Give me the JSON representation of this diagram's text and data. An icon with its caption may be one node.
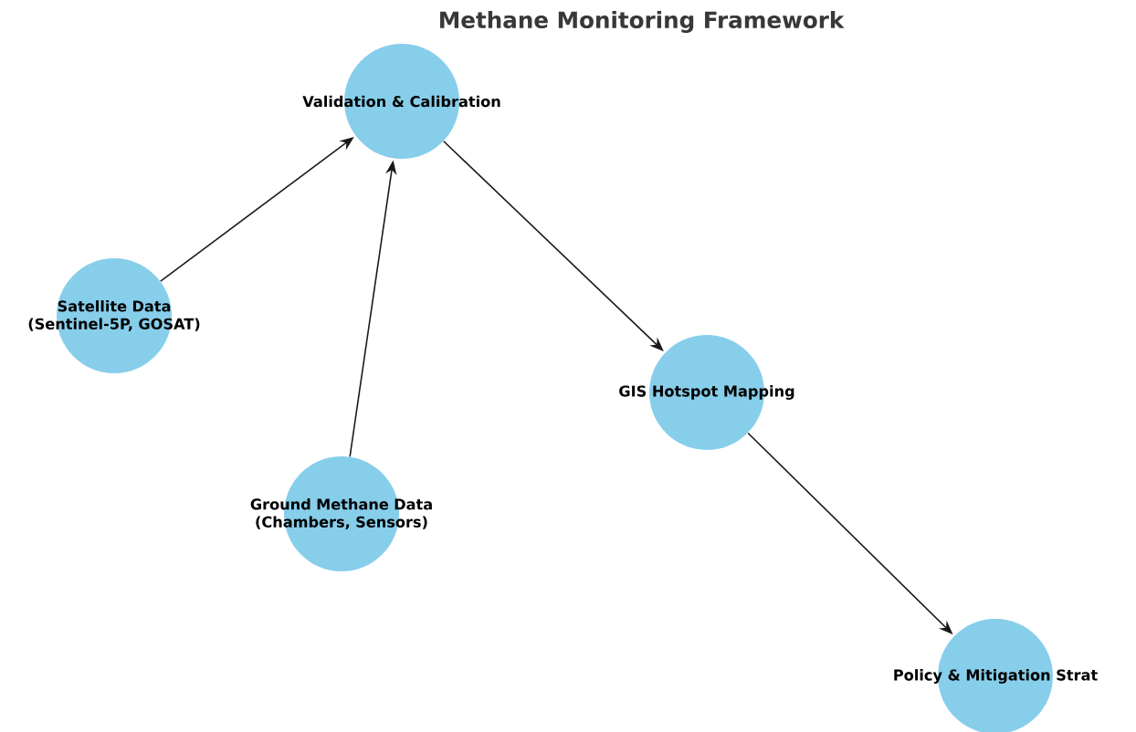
{
  "diagram": {
    "title": "Methane Monitoring Framework",
    "nodes": [
      {
        "text": [
          "Validation & Calibration"
        ]
      },
      {
        "text": [
          "Satellite Data (Sentinel-5P, GOSAT)"
        ]
      },
      {
        "text": [
          "GIS Hotspot Mapping"
        ]
      },
      {
        "text": [
          "Ground Methane Data (Chambers, Sensors)"
        ]
      },
      {
        "text": [
          "Policy & Mitigation Strat"
        ]
      }
    ],
    "edges": [
      {
        "from": 1,
        "to": 0,
        "arrow": "to"
      },
      {
        "from": 3,
        "to": 0,
        "arrow": "to"
      },
      {
        "from": 0,
        "to": 2,
        "arrow": "to"
      },
      {
        "from": 2,
        "to": 4,
        "arrow": "to"
      }
    ]
  }
}
